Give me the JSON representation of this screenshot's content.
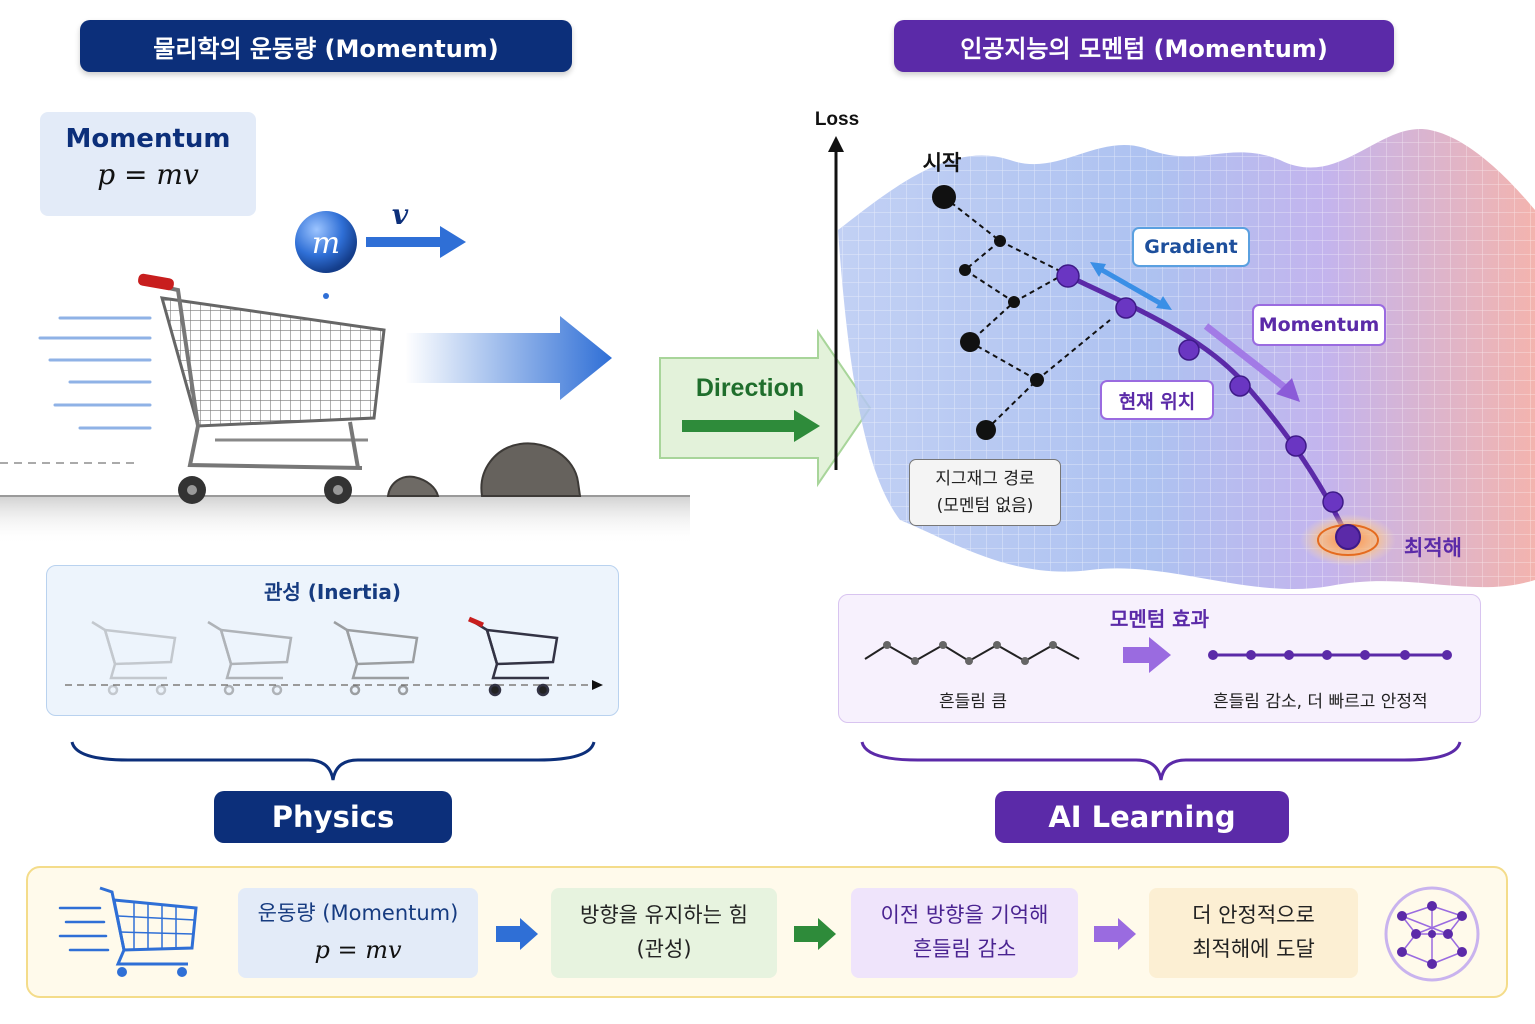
{
  "header": {
    "physics_title": "물리학의 운동량 (Momentum)",
    "ai_title": "인공지능의 모멘텀 (Momentum)"
  },
  "physics": {
    "formula_title": "Momentum",
    "formula": "p = mv",
    "mass_symbol": "m",
    "velocity_symbol": "v",
    "inertia_title": "관성 (Inertia)",
    "pill": "Physics"
  },
  "bridge": {
    "direction_label": "Direction"
  },
  "ai": {
    "axis_label": "Loss",
    "start_label": "시작",
    "gradient_label": "Gradient",
    "momentum_label": "Momentum",
    "current_position_label": "현재 위치",
    "zigzag_line1": "지그재그 경로",
    "zigzag_line2": "(모멘텀 없음)",
    "optimum_label": "최적해",
    "effect_title": "모멘텀 효과",
    "effect_left": "흔들림 큼",
    "effect_right": "흔들림 감소, 더 빠르고 안정적",
    "pill": "AI Learning"
  },
  "summary": {
    "step1_line1": "운동량 (Momentum)",
    "step1_line2": "p = mv",
    "step2_line1": "방향을 유지하는 힘",
    "step2_line2": "(관성)",
    "step3_line1": "이전 방향을 기억해",
    "step3_line2": "흔들림 감소",
    "step4_line1": "더 안정적으로",
    "step4_line2": "최적해에 도달"
  },
  "colors": {
    "physics_navy": "#0c2f7a",
    "ai_purple": "#5b2aa8",
    "arrow_blue": "#2f6fd6",
    "arrow_green": "#2e8b3a",
    "path_purple": "#5b2aa8"
  }
}
